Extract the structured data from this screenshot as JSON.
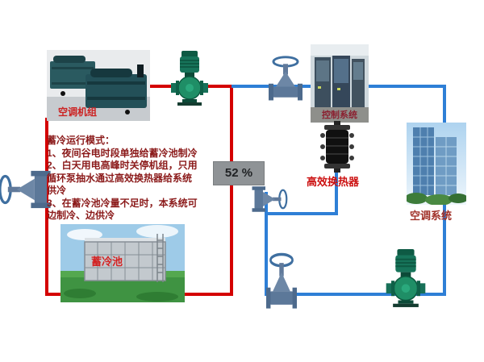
{
  "legend": {
    "heading": "蓄冷运行模式：",
    "lines": [
      "1、夜间谷电时段单独给蓄冷池制冷",
      "2、白天用电高峰时关停机组，只用",
      "循环泵抽水通过高效换热器给系统",
      "供冷",
      "3、在蓄冷池冷量不足时，本系统可",
      "边制冷、边供冷"
    ]
  },
  "labels": {
    "chiller": "空调机组",
    "control_system": "控制系统",
    "heat_exchanger": "高效换热器",
    "ac_system": "空调系统",
    "storage_tank": "蓄冷池",
    "percent": "52 %"
  },
  "colors": {
    "chiller_loop_pipe": "#d40000",
    "system_loop_pipe": "#2e7fd6",
    "label_red": "#cc1111",
    "percent_box_bg": "#8f9396",
    "percent_text": "#202224"
  }
}
